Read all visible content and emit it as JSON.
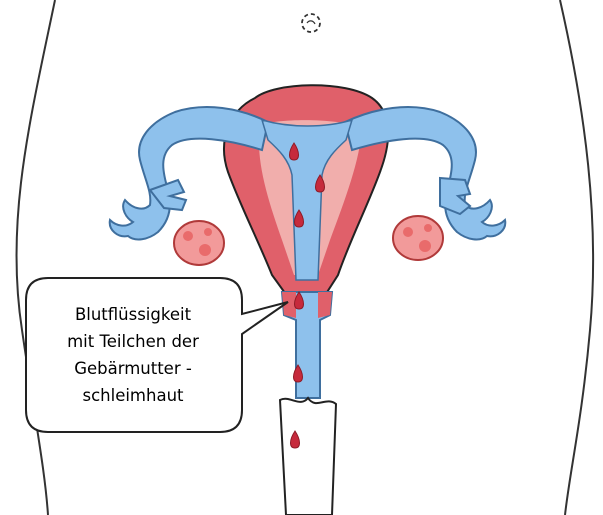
{
  "callout": {
    "lines": [
      "Blutflüssigkeit",
      "mit Teilchen der",
      "Gebärmutter -",
      "schleimhaut"
    ]
  },
  "colors": {
    "tube_blue": "#8ec1ec",
    "tube_outline": "#3f6f9e",
    "muscle_red": "#e0606a",
    "muscle_light": "#f3b7b4",
    "blood_drop": "#c62a3c",
    "ovary_pink": "#f29a9a",
    "outline": "#222222"
  },
  "icons": [
    "navel-icon",
    "blood-drop-icon"
  ]
}
